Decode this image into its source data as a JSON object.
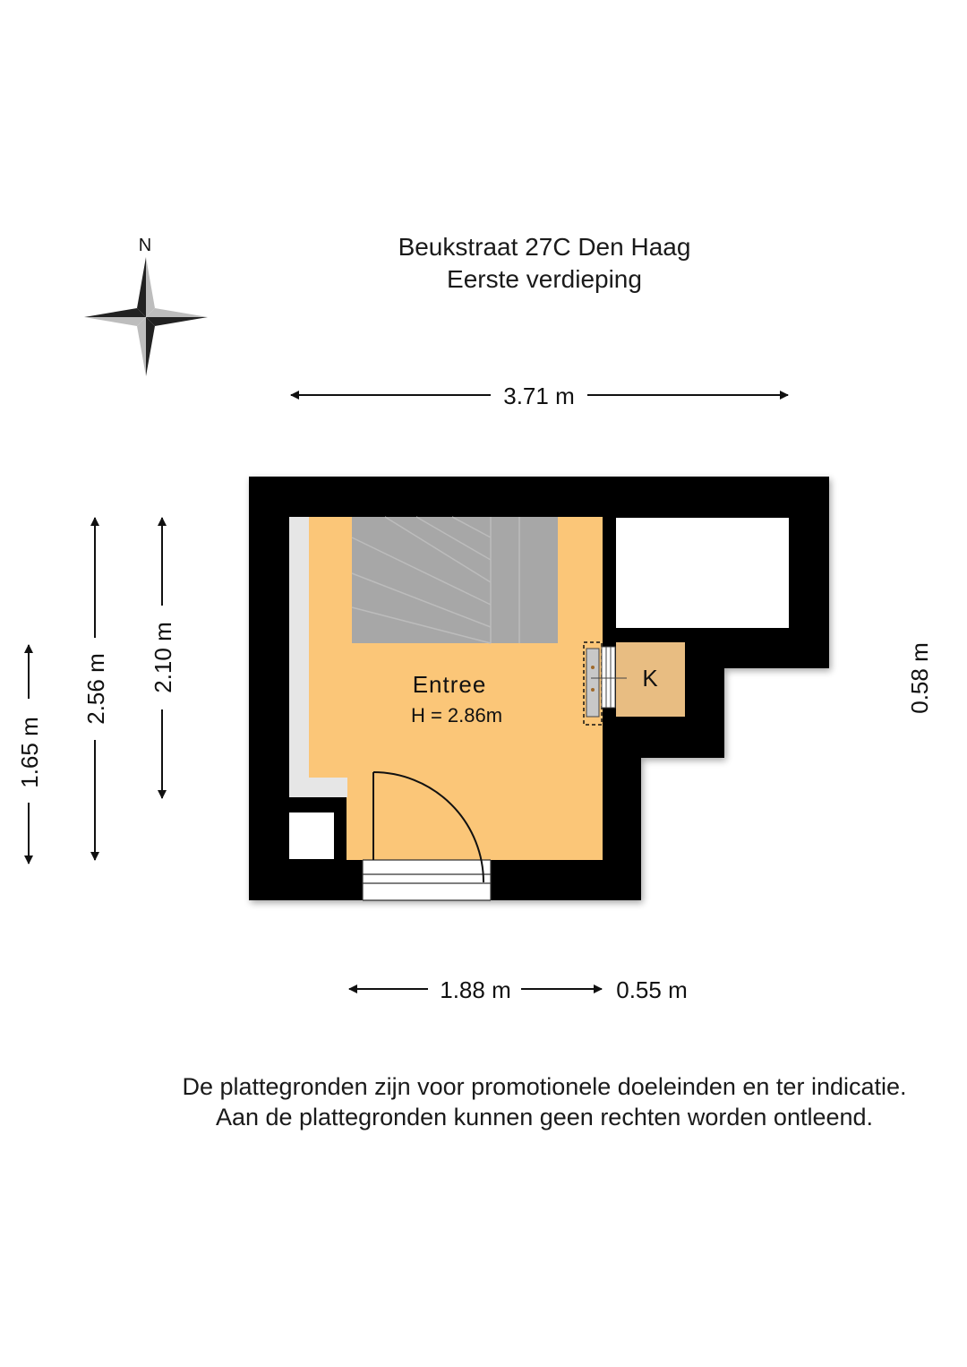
{
  "header": {
    "address": "Beukstraat 27C  Den Haag",
    "floor": "Eerste verdieping"
  },
  "compass": {
    "north_label": "N",
    "icon": "compass-rose-icon"
  },
  "dimensions": {
    "top_width": "3.71 m",
    "left_outer": "1.65 m",
    "left_middle": "2.56 m",
    "left_inner": "2.10 m",
    "right": "0.58 m",
    "bottom_main": "1.88 m",
    "bottom_side": "0.55 m"
  },
  "rooms": {
    "entree_name": "Entree",
    "entree_height": "H = 2.86m",
    "closet_label": "K"
  },
  "colors": {
    "wall": "#000000",
    "room_fill": "#fbc678",
    "closet_fill": "#e8bd82",
    "stairs": "#a7a7a7",
    "side_strip": "#e6e6e6"
  },
  "disclaimer": {
    "line1": "De plattegronden zijn voor promotionele doeleinden en ter indicatie.",
    "line2": "Aan de plattegronden kunnen geen rechten worden ontleend."
  }
}
